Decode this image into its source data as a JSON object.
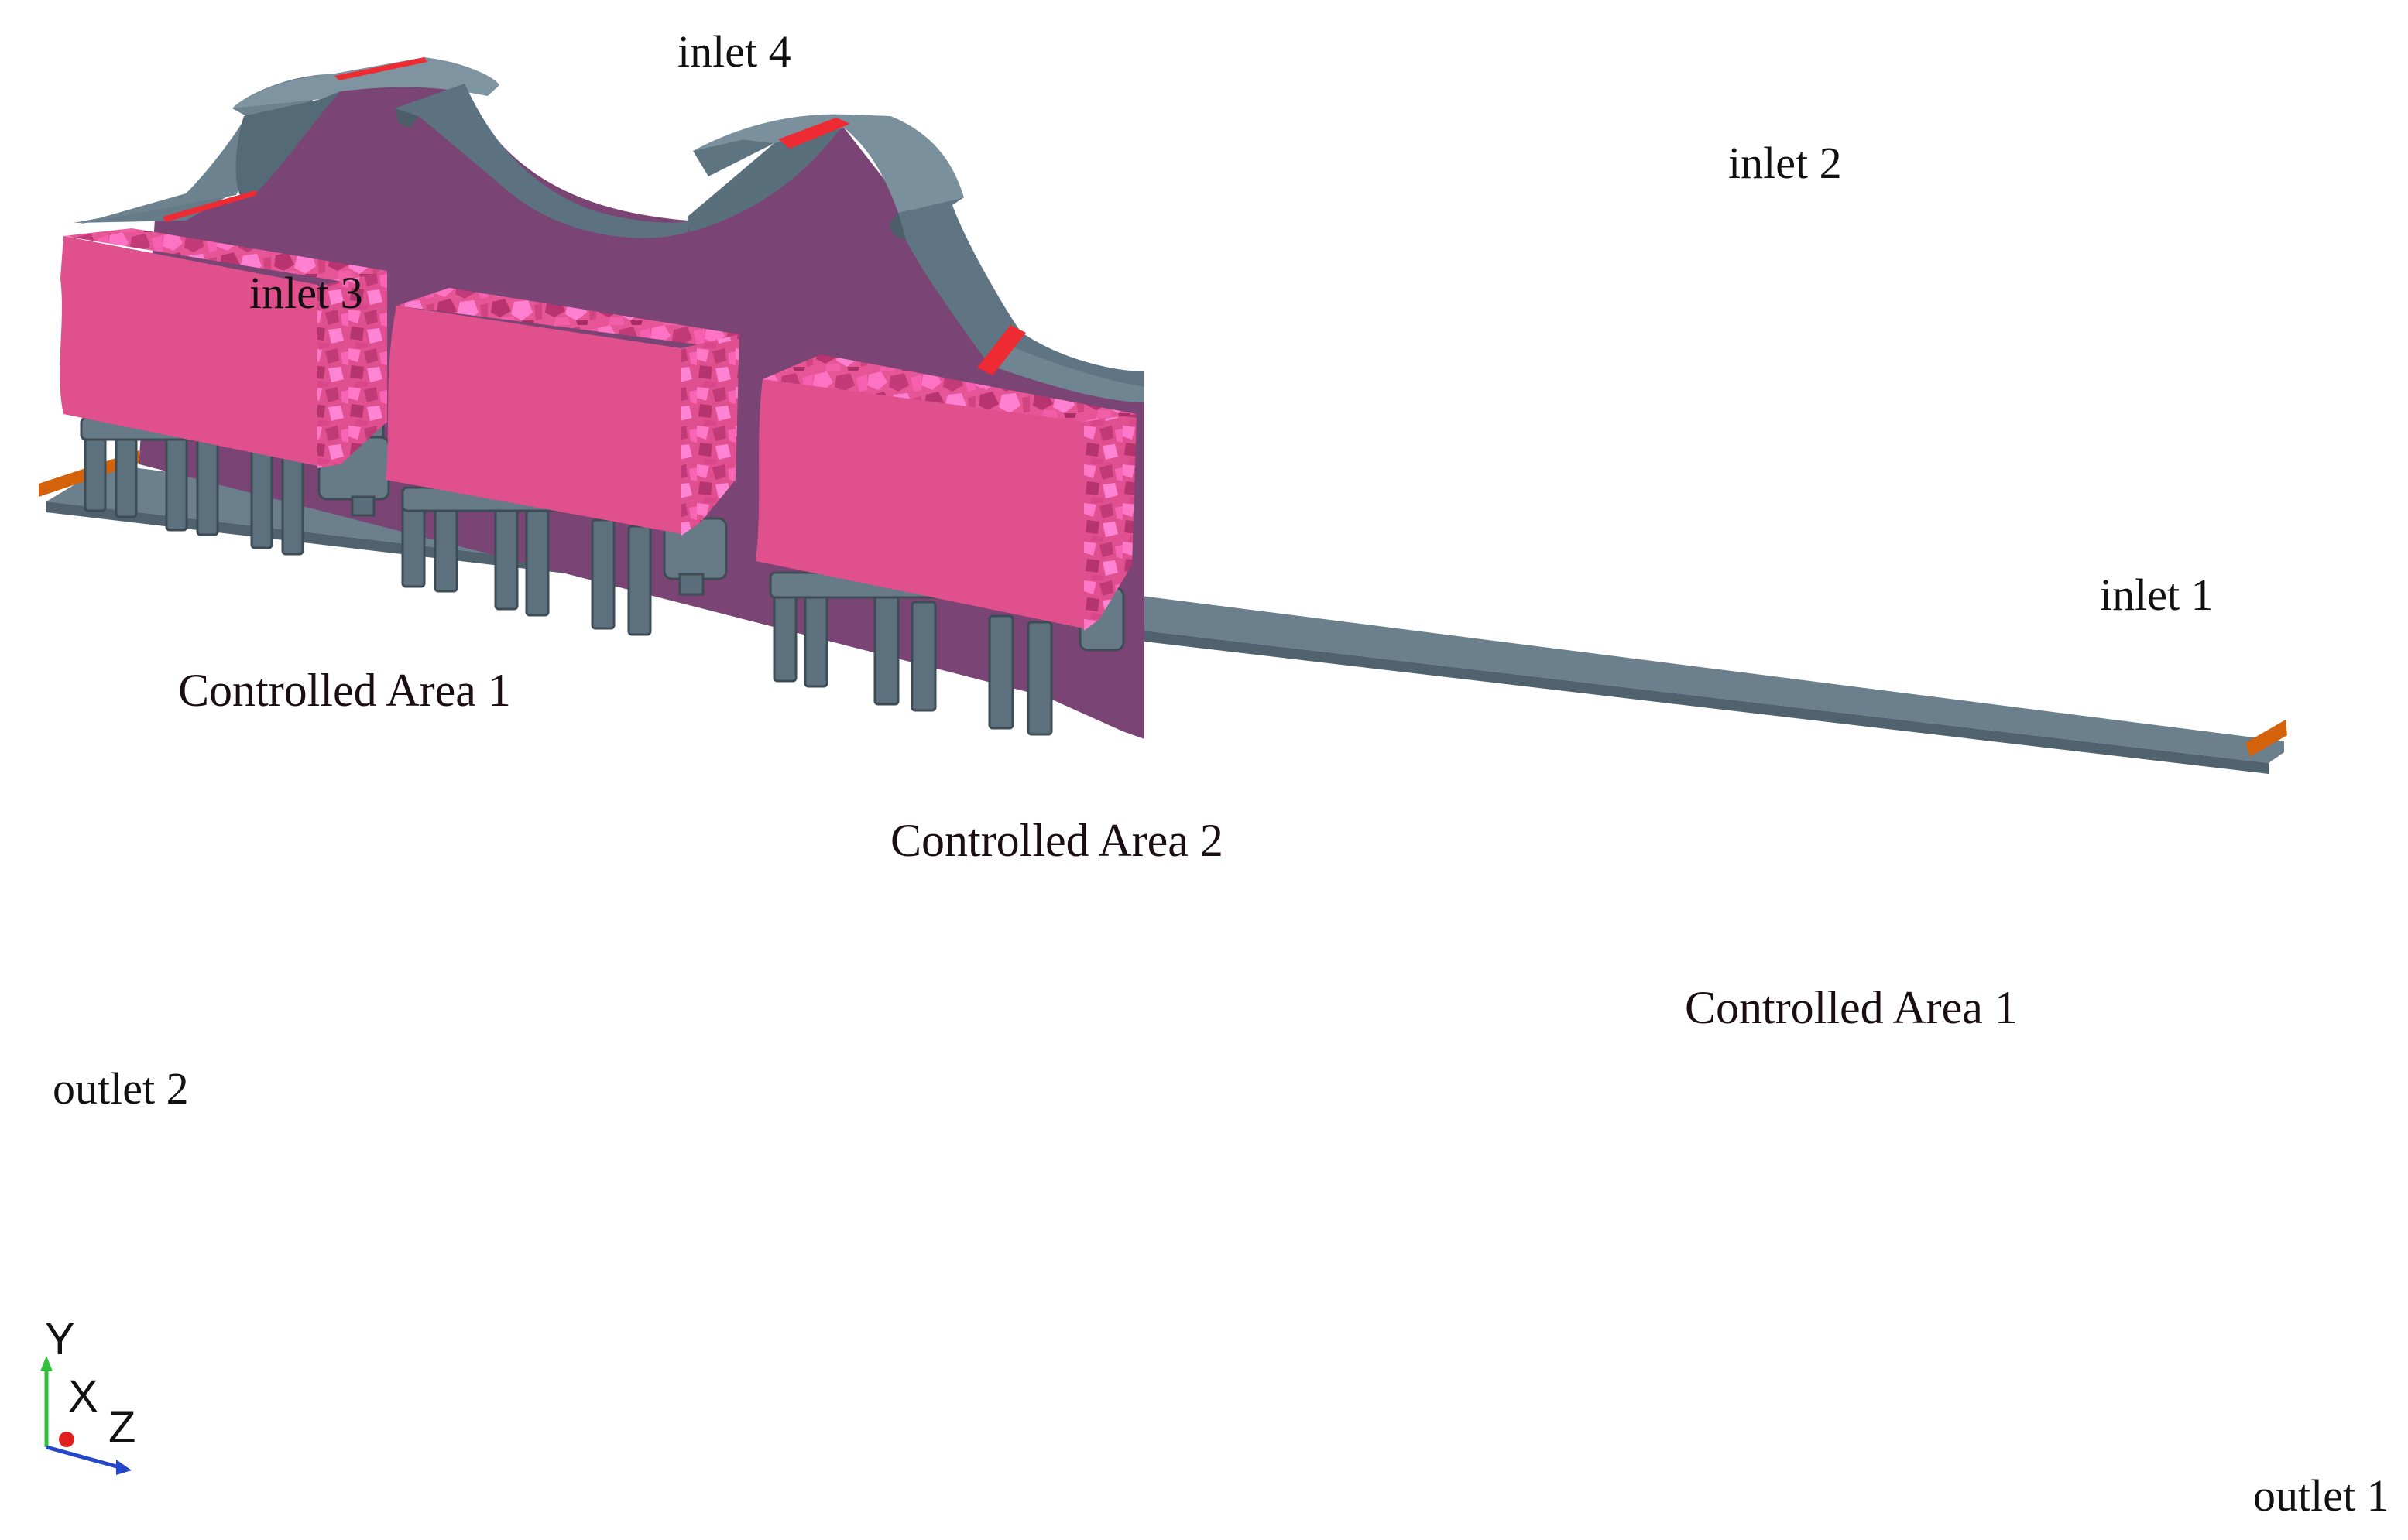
{
  "labels": {
    "inlet_1": "inlet 1",
    "inlet_2": "inlet 2",
    "inlet_3": "inlet 3",
    "inlet_4": "inlet 4",
    "outlet_1": "outlet 1",
    "outlet_2": "outlet 2",
    "area_left": "Controlled Area 1",
    "area_middle": "Controlled Area 2",
    "area_right": "Controlled Area 1"
  },
  "axes": {
    "y": "Y",
    "x": "X",
    "z": "Z"
  },
  "colors": {
    "wall": "#647a87",
    "wall_dark": "#4e616c",
    "wall_edge": "#3d4c55",
    "plane": "#7a4475",
    "block": "#e0508c",
    "block_highlight": "#ff6fc0",
    "block_shadow": "#b0386c",
    "inlet": "#ee2a33",
    "outlet": "#d4620a",
    "axis_y": "#2fbf3a",
    "axis_z": "#2546c8",
    "axis_x": "#e02020"
  }
}
